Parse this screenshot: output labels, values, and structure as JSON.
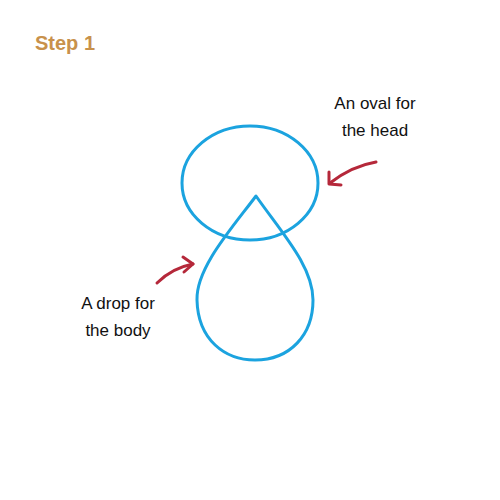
{
  "diagram": {
    "title": "Step 1",
    "labels": [
      "An oval for the head",
      "A drop for the body"
    ]
  }
}
